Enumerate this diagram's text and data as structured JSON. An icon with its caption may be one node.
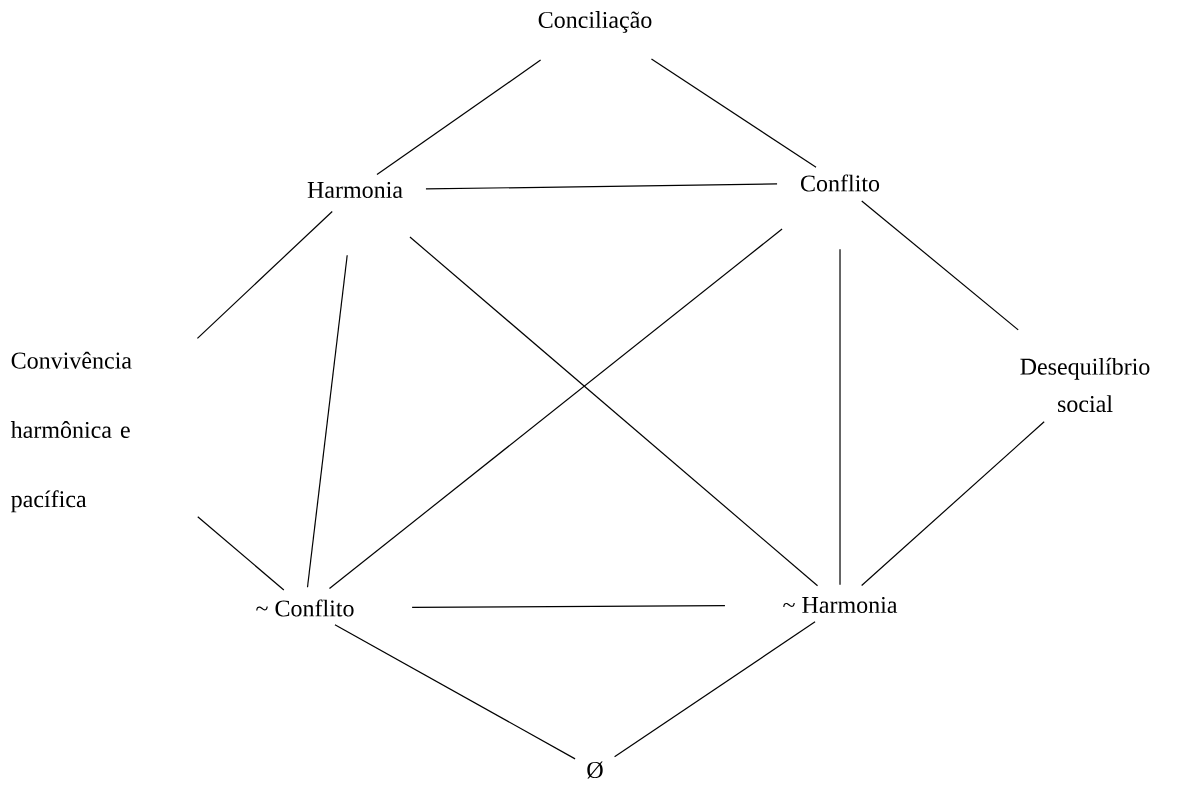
{
  "diagram": {
    "nodes": [
      {
        "text": [
          "Conciliação"
        ]
      },
      {
        "text": [
          "Harmonia"
        ]
      },
      {
        "text": [
          "Conflito"
        ]
      },
      {
        "text": [
          "Convivência harmônica e pacífica"
        ]
      },
      {
        "text": [
          "Desequilíbrio social"
        ]
      },
      {
        "text": [
          "~ Conflito"
        ]
      },
      {
        "text": [
          "~ Harmonia"
        ]
      },
      {
        "text": [
          "Ø"
        ]
      }
    ],
    "edges": [
      {
        "from": 0,
        "to": 1,
        "arrow": "none"
      },
      {
        "from": 0,
        "to": 2,
        "arrow": "none"
      },
      {
        "from": 1,
        "to": 2,
        "arrow": "none"
      },
      {
        "from": 1,
        "to": 3,
        "arrow": "none"
      },
      {
        "from": 2,
        "to": 4,
        "arrow": "none"
      },
      {
        "from": 1,
        "to": 5,
        "arrow": "none"
      },
      {
        "from": 1,
        "to": 6,
        "arrow": "none"
      },
      {
        "from": 2,
        "to": 5,
        "arrow": "none"
      },
      {
        "from": 2,
        "to": 6,
        "arrow": "none"
      },
      {
        "from": 3,
        "to": 5,
        "arrow": "none"
      },
      {
        "from": 4,
        "to": 6,
        "arrow": "none"
      },
      {
        "from": 5,
        "to": 6,
        "arrow": "none"
      },
      {
        "from": 5,
        "to": 7,
        "arrow": "none"
      },
      {
        "from": 6,
        "to": 7,
        "arrow": "none"
      }
    ]
  }
}
